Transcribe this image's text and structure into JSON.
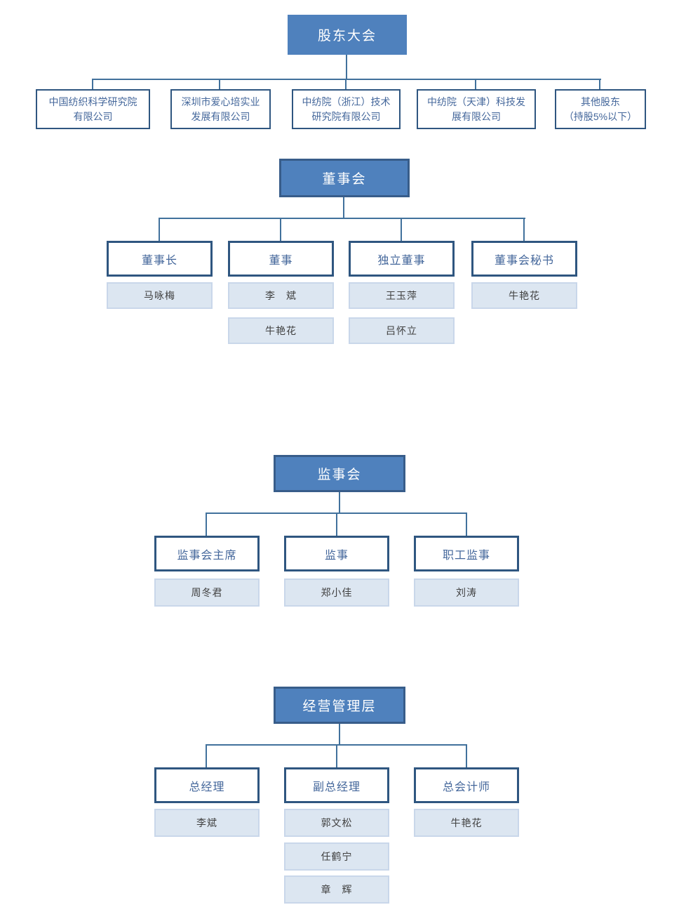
{
  "org": {
    "level1": {
      "label": "股东大会"
    },
    "shareholders": [
      {
        "line1": "中国纺织科学研究院",
        "line2": "有限公司"
      },
      {
        "line1": "深圳市爱心培实业",
        "line2": "发展有限公司"
      },
      {
        "line1": "中纺院（浙江）技术",
        "line2": "研究院有限公司"
      },
      {
        "line1": "中纺院（天津）科技发",
        "line2": "展有限公司"
      },
      {
        "line1": "其他股东",
        "line2": "（持股5%以下）"
      }
    ],
    "board": {
      "label": "董事会",
      "roles": [
        {
          "title": "董事长",
          "members": [
            "马咏梅"
          ]
        },
        {
          "title": "董事",
          "members": [
            "李　斌",
            "牛艳花"
          ]
        },
        {
          "title": "独立董事",
          "members": [
            "王玉萍",
            "吕怀立"
          ]
        },
        {
          "title": "董事会秘书",
          "members": [
            "牛艳花"
          ]
        }
      ]
    },
    "supervisory": {
      "label": "监事会",
      "roles": [
        {
          "title": "监事会主席",
          "members": [
            "周冬君"
          ]
        },
        {
          "title": "监事",
          "members": [
            "郑小佳"
          ]
        },
        {
          "title": "职工监事",
          "members": [
            "刘涛"
          ]
        }
      ]
    },
    "management": {
      "label": "经营管理层",
      "roles": [
        {
          "title": "总经理",
          "members": [
            "李斌"
          ]
        },
        {
          "title": "副总经理",
          "members": [
            "郭文松",
            "任鹤宁",
            "章　辉"
          ]
        },
        {
          "title": "总会计师",
          "members": [
            "牛艳花"
          ]
        }
      ]
    },
    "colors": {
      "primary_fill": "#4f81bd",
      "primary_border": "#385d8a",
      "title_border": "#2f5680",
      "title_text": "#44679b",
      "name_fill": "#dce6f1",
      "name_border": "#c9d7ea",
      "connector": "#41719c"
    }
  }
}
